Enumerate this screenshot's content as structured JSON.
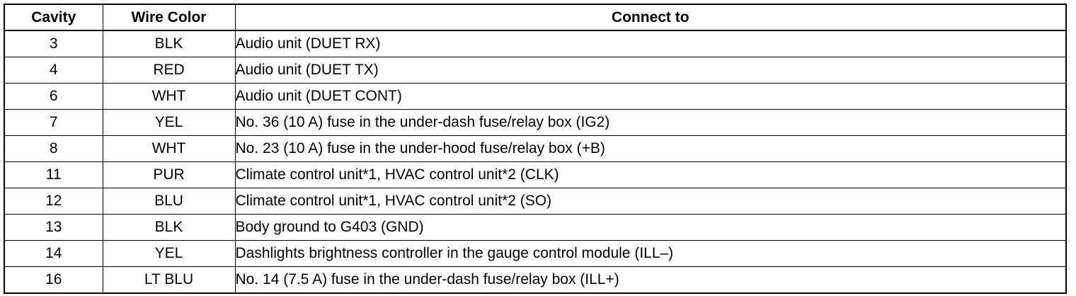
{
  "table": {
    "headers": {
      "cavity": "Cavity",
      "wire_color": "Wire Color",
      "connect_to": "Connect to"
    },
    "rows": [
      {
        "cavity": "3",
        "wire_color": "BLK",
        "connect_to": "Audio unit (DUET RX)"
      },
      {
        "cavity": "4",
        "wire_color": "RED",
        "connect_to": "Audio unit (DUET TX)"
      },
      {
        "cavity": "6",
        "wire_color": "WHT",
        "connect_to": "Audio unit (DUET CONT)"
      },
      {
        "cavity": "7",
        "wire_color": "YEL",
        "connect_to": "No. 36 (10 A) fuse in the under-dash fuse/relay box (IG2)"
      },
      {
        "cavity": "8",
        "wire_color": "WHT",
        "connect_to": "No. 23 (10 A) fuse in the under-hood fuse/relay box (+B)"
      },
      {
        "cavity": "11",
        "wire_color": "PUR",
        "connect_to": "Climate control unit*1, HVAC control unit*2   (CLK)"
      },
      {
        "cavity": "12",
        "wire_color": "BLU",
        "connect_to": "Climate control unit*1, HVAC control unit*2   (SO)"
      },
      {
        "cavity": "13",
        "wire_color": "BLK",
        "connect_to": "Body ground to G403 (GND)"
      },
      {
        "cavity": "14",
        "wire_color": "YEL",
        "connect_to": "Dashlights brightness controller in the gauge control module (ILL–)"
      },
      {
        "cavity": "16",
        "wire_color": "LT BLU",
        "connect_to": "No. 14 (7.5 A) fuse in the under-dash fuse/relay box (ILL+)"
      }
    ]
  }
}
